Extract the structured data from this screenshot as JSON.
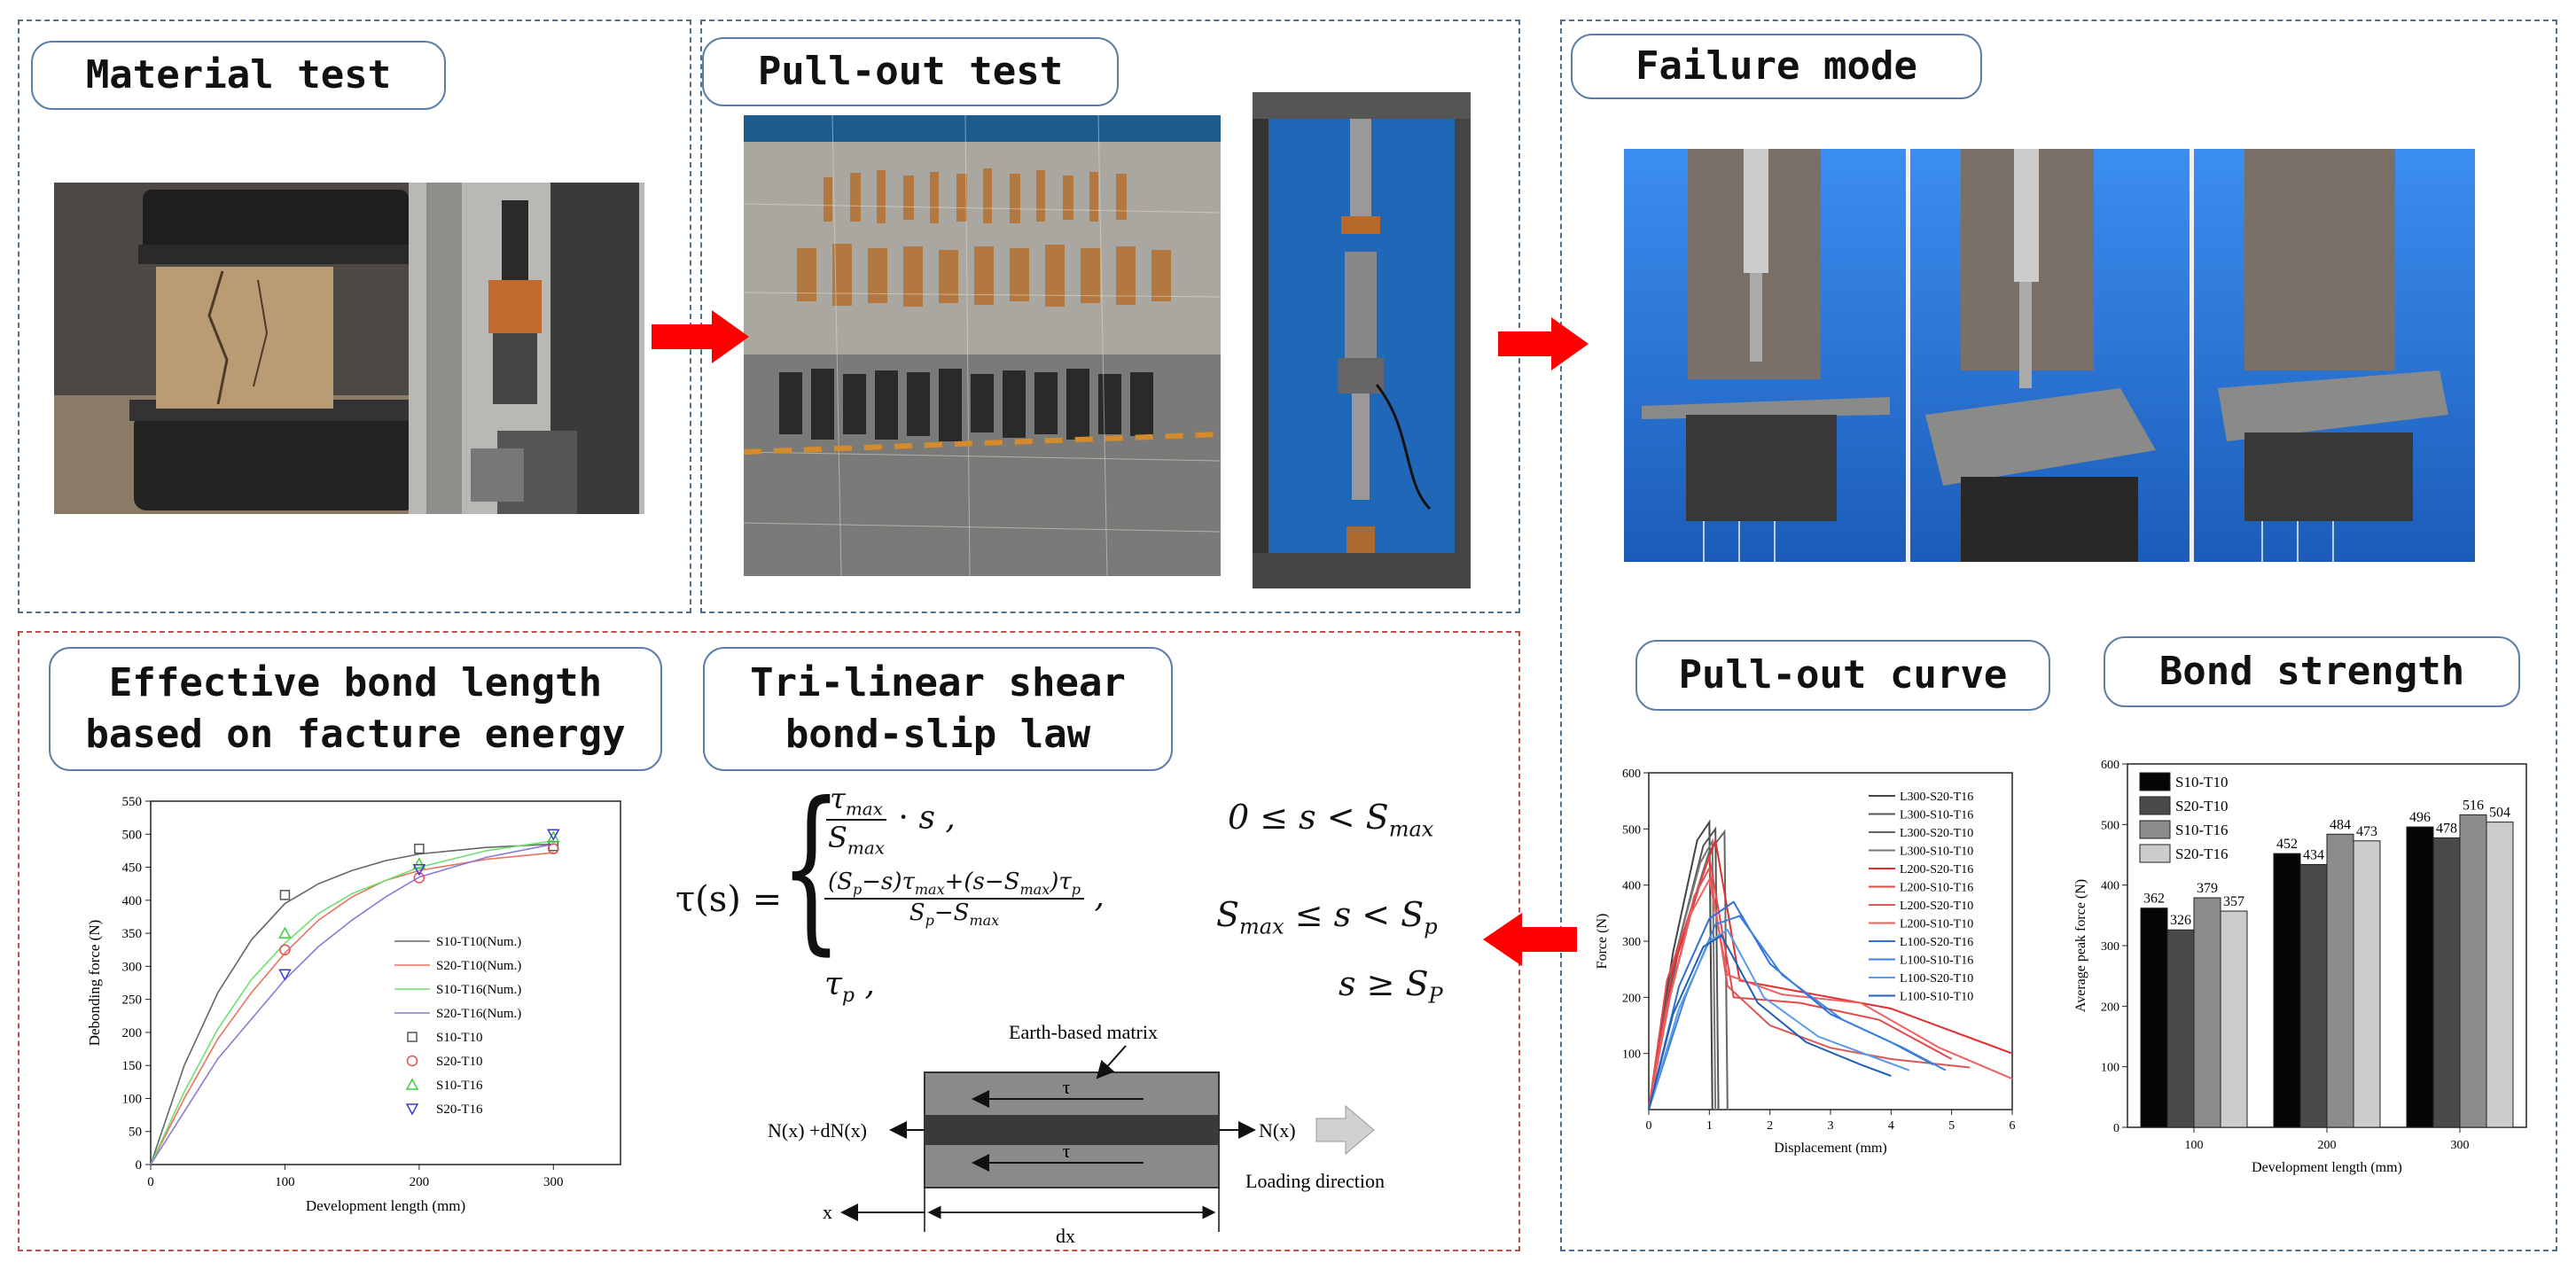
{
  "panels": {
    "material_test": "Material test",
    "pullout_test": "Pull-out test",
    "failure_mode": "Failure mode",
    "effective_bond": "Effective bond length\nbased on facture energy",
    "trilinear": "Tri-linear shear\nbond-slip law",
    "pullout_curve": "Pull-out curve",
    "bond_strength": "Bond strength"
  },
  "colors": {
    "arrow": "#ff0000",
    "panel_border": "#4e6e8a",
    "panel_border_red": "#c0504d",
    "label_border": "#5b7fa6"
  },
  "formula": {
    "lhs": "τ(s) =",
    "cond1": "0 ≤ s < S",
    "cond1_sub": "max",
    "cond2": "S",
    "cond2_sub1": "max",
    "cond2_mid": " ≤ s < S",
    "cond2_sub2": "p",
    "cond3": "s ≥ S",
    "cond3_sub": "P"
  },
  "schematic": {
    "matrix_label": "Earth-based matrix",
    "tau_top": "τ",
    "tau_bottom": "τ",
    "left_force": "N(x) +dN(x)",
    "right_force": "N(x)",
    "loading_direction": "Loading direction",
    "x_label": "x",
    "dx_label": "dx"
  },
  "chart_data": [
    {
      "type": "scatter",
      "xlabel": "Development length (mm)",
      "ylabel": "Debonding force (N)",
      "xlim": [
        0,
        350
      ],
      "ylim": [
        0,
        550
      ],
      "xticks": [
        0,
        100,
        200,
        300
      ],
      "yticks": [
        0,
        50,
        100,
        150,
        200,
        250,
        300,
        350,
        400,
        450,
        500,
        550
      ],
      "legend_position": "center-right",
      "lines": [
        {
          "name": "S10-T10(Num.)",
          "color": "#666666",
          "x": [
            0,
            25,
            50,
            75,
            100,
            125,
            150,
            175,
            200,
            250,
            300
          ],
          "y": [
            0,
            150,
            260,
            340,
            395,
            425,
            445,
            460,
            470,
            480,
            485
          ]
        },
        {
          "name": "S20-T10(Num.)",
          "color": "#e8735e",
          "x": [
            0,
            25,
            50,
            75,
            100,
            125,
            150,
            175,
            200,
            250,
            300
          ],
          "y": [
            0,
            100,
            190,
            260,
            320,
            370,
            405,
            430,
            445,
            462,
            472
          ]
        },
        {
          "name": "S10-T16(Num.)",
          "color": "#6fe06f",
          "x": [
            0,
            25,
            50,
            75,
            100,
            125,
            150,
            175,
            200,
            250,
            300
          ],
          "y": [
            0,
            110,
            205,
            280,
            335,
            380,
            410,
            430,
            450,
            475,
            490
          ]
        },
        {
          "name": "S20-T16(Num.)",
          "color": "#8a79d6",
          "x": [
            0,
            25,
            50,
            75,
            100,
            125,
            150,
            175,
            200,
            250,
            300
          ],
          "y": [
            0,
            80,
            160,
            220,
            280,
            330,
            370,
            405,
            435,
            465,
            485
          ]
        }
      ],
      "markers": [
        {
          "name": "S10-T10",
          "color": "#555555",
          "shape": "square",
          "x": [
            100,
            200,
            300
          ],
          "y": [
            408,
            478,
            482
          ]
        },
        {
          "name": "S20-T10",
          "color": "#e05050",
          "shape": "circle",
          "x": [
            100,
            200,
            300
          ],
          "y": [
            325,
            434,
            478
          ]
        },
        {
          "name": "S10-T16",
          "color": "#3ccf3c",
          "shape": "triangle-up",
          "x": [
            100,
            200,
            300
          ],
          "y": [
            350,
            455,
            495
          ]
        },
        {
          "name": "S20-T16",
          "color": "#3a3ad6",
          "shape": "triangle-down",
          "x": [
            100,
            200,
            300
          ],
          "y": [
            288,
            447,
            500
          ]
        }
      ]
    },
    {
      "type": "line",
      "xlabel": "Displacement (mm)",
      "ylabel": "Force (N)",
      "xlim": [
        0,
        6
      ],
      "ylim": [
        0,
        600
      ],
      "xticks": [
        0,
        1,
        2,
        3,
        4,
        5,
        6
      ],
      "yticks": [
        100,
        200,
        300,
        400,
        500,
        600
      ],
      "legend_position": "top-right",
      "series": [
        {
          "name": "L300-S20-T16",
          "color": "#444444",
          "x": [
            0,
            0.4,
            0.8,
            1.0,
            1.05
          ],
          "y": [
            0,
            280,
            480,
            512,
            0
          ]
        },
        {
          "name": "L300-S10-T16",
          "color": "#555555",
          "x": [
            0,
            0.5,
            0.9,
            1.1,
            1.15
          ],
          "y": [
            0,
            300,
            470,
            500,
            0
          ]
        },
        {
          "name": "L300-S20-T10",
          "color": "#666666",
          "x": [
            0,
            0.5,
            1.0,
            1.25,
            1.3
          ],
          "y": [
            0,
            290,
            460,
            495,
            0
          ]
        },
        {
          "name": "L300-S10-T10",
          "color": "#777777",
          "x": [
            0,
            0.4,
            0.85,
            1.05,
            1.1
          ],
          "y": [
            0,
            260,
            440,
            478,
            0
          ]
        },
        {
          "name": "L200-S20-T16",
          "color": "#e03030",
          "x": [
            0,
            0.4,
            0.9,
            1.1,
            1.5,
            2.5,
            4,
            5.5,
            6
          ],
          "y": [
            0,
            250,
            420,
            480,
            230,
            210,
            180,
            120,
            100
          ]
        },
        {
          "name": "L200-S10-T16",
          "color": "#e84848",
          "x": [
            0,
            0.3,
            0.8,
            1.0,
            1.4,
            2.5,
            3.8,
            5
          ],
          "y": [
            0,
            230,
            390,
            450,
            200,
            190,
            160,
            90
          ]
        },
        {
          "name": "L200-S20-T10",
          "color": "#d85858",
          "x": [
            0,
            0.35,
            0.75,
            1.0,
            1.3,
            2.0,
            3.0,
            4.0,
            5.3
          ],
          "y": [
            0,
            200,
            380,
            430,
            220,
            150,
            110,
            90,
            75
          ]
        },
        {
          "name": "L200-S10-T10",
          "color": "#f06060",
          "x": [
            0,
            0.3,
            0.7,
            1.0,
            1.3,
            2.2,
            3.5,
            4.8,
            6
          ],
          "y": [
            0,
            180,
            350,
            410,
            240,
            205,
            190,
            110,
            55
          ]
        },
        {
          "name": "L100-S20-T16",
          "color": "#2f6fd6",
          "x": [
            0,
            0.5,
            1.0,
            1.4,
            2.0,
            3.0,
            4.0,
            4.7
          ],
          "y": [
            0,
            220,
            340,
            370,
            260,
            170,
            120,
            80
          ]
        },
        {
          "name": "L100-S10-T16",
          "color": "#3b82e0",
          "x": [
            0,
            0.6,
            1.1,
            1.5,
            2.2,
            3.2,
            4.2,
            4.9
          ],
          "y": [
            0,
            200,
            330,
            345,
            240,
            160,
            110,
            70
          ]
        },
        {
          "name": "L100-S20-T10",
          "color": "#5a9be8",
          "x": [
            0,
            0.5,
            1.0,
            1.3,
            1.9,
            2.8,
            3.8,
            4.3
          ],
          "y": [
            0,
            180,
            300,
            320,
            200,
            130,
            90,
            70
          ]
        },
        {
          "name": "L100-S10-T10",
          "color": "#1f5fb8",
          "x": [
            0,
            0.4,
            0.9,
            1.2,
            1.8,
            2.6,
            3.5,
            4.0
          ],
          "y": [
            0,
            170,
            290,
            310,
            190,
            120,
            80,
            60
          ]
        }
      ]
    },
    {
      "type": "bar",
      "xlabel": "Development length (mm)",
      "ylabel": "Average peak force (N)",
      "categories": [
        "100",
        "200",
        "300"
      ],
      "ylim": [
        0,
        600
      ],
      "yticks": [
        0,
        100,
        200,
        300,
        400,
        500,
        600
      ],
      "legend_position": "top-left",
      "series": [
        {
          "name": "S10-T10",
          "color": "#050505",
          "values": [
            362,
            452,
            496
          ]
        },
        {
          "name": "S20-T10",
          "color": "#4a4a4a",
          "values": [
            326,
            434,
            478
          ]
        },
        {
          "name": "S10-T16",
          "color": "#8c8c8c",
          "values": [
            379,
            484,
            516
          ]
        },
        {
          "name": "S20-T16",
          "color": "#cccccc",
          "values": [
            357,
            473,
            504
          ]
        }
      ]
    }
  ]
}
